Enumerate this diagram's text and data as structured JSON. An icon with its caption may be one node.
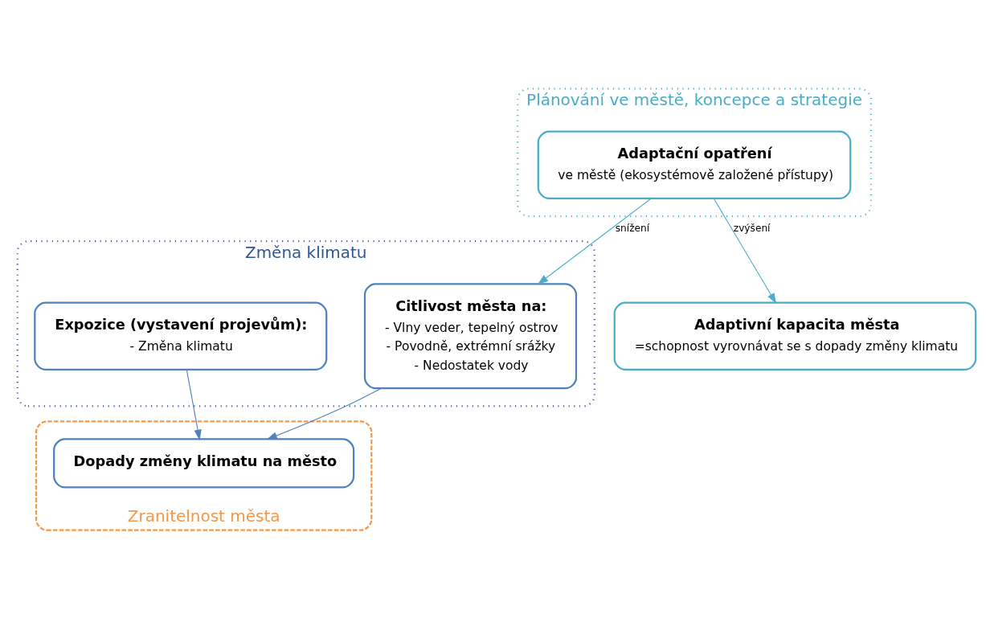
{
  "diagram": {
    "nodes": [
      {
        "text": [
          "Změna klimatu"
        ]
      },
      {
        "text": [
          "Plánování ve městě, koncepce a strategie"
        ]
      },
      {
        "text": [
          "Zranitelnost města"
        ]
      },
      {
        "text": [
          "Expozice (vystavení projevům):",
          "- Změna klimatu"
        ],
        "in": 0
      },
      {
        "text": [
          "Citlivost města na:",
          "- Vlny veder, tepelný ostrov",
          "- Povodně, extrémní srážky",
          "- Nedostatek vody"
        ],
        "in": 0
      },
      {
        "text": [
          "Adaptační opatření",
          "ve městě (ekosystémově založené přístupy)"
        ],
        "in": 1
      },
      {
        "text": [
          "Dopady změny klimatu na město"
        ],
        "in": 2
      },
      {
        "text": [
          "Adaptivní kapacita města",
          "=schopnost vyrovnávat se s dopady změny klimatu"
        ]
      }
    ],
    "edges": [
      {
        "from": 3,
        "to": 6,
        "arrow": "to"
      },
      {
        "from": 4,
        "to": 6,
        "arrow": "to"
      },
      {
        "from": 5,
        "to": 4,
        "arrow": "to",
        "label": "snížení",
        "color": "#4bacc6"
      },
      {
        "from": 5,
        "to": 7,
        "arrow": "to",
        "label": "zvýšení",
        "color": "#4bacc6"
      }
    ]
  }
}
